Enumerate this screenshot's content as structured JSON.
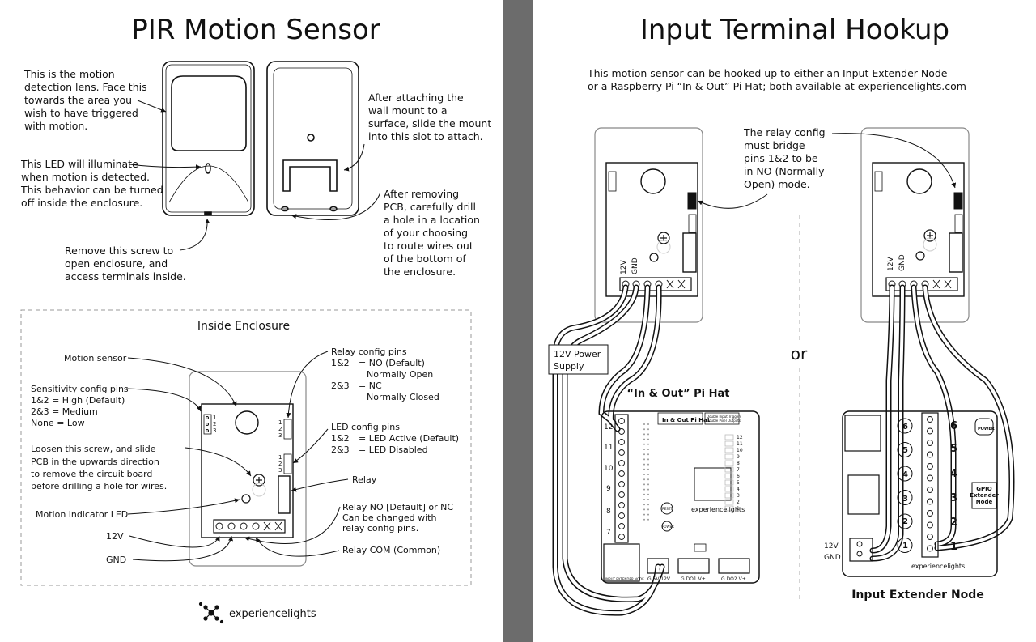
{
  "left": {
    "title": "PIR Motion Sensor",
    "callouts": {
      "lens": [
        "This is the motion",
        "detection lens.  Face this",
        "towards the area you",
        "wish to have triggered",
        "with motion."
      ],
      "led": [
        "This LED will illuminate",
        "when motion is detected.",
        "This behavior can be turned",
        "off inside the enclosure."
      ],
      "screw": [
        "Remove this screw to",
        "open enclosure, and",
        "access terminals inside."
      ],
      "mount": [
        "After attaching the",
        "wall mount to a",
        "surface, slide the mount",
        "into this slot to attach."
      ],
      "drill": [
        "After removing",
        "PCB, carefully drill",
        "a hole in a location",
        "of your choosing",
        "to route wires out",
        "of the bottom of",
        "the enclosure."
      ]
    },
    "inside": {
      "heading": "Inside Enclosure",
      "motion_sensor": "Motion sensor",
      "sensitivity": [
        "Sensitivity config pins",
        "1&2   = High (Default)",
        "2&3   = Medium",
        "None = Low"
      ],
      "loosen": [
        "Loosen this screw, and slide",
        "PCB in the upwards direction",
        "to remove the circuit board",
        "before drilling a hole for wires."
      ],
      "motion_led": "Motion indicator LED",
      "v12": "12V",
      "gnd": "GND",
      "relay_config": [
        "Relay config pins",
        "1&2",
        "= NO (Default)",
        "Normally Open",
        "2&3",
        "= NC",
        "Normally Closed"
      ],
      "led_config": [
        "LED config pins",
        "1&2",
        "= LED Active (Default)",
        "2&3",
        "= LED Disabled"
      ],
      "relay": "Relay",
      "relay_no": [
        "Relay NO [Default] or NC",
        "Can be changed with",
        "relay config pins."
      ],
      "relay_com": "Relay COM (Common)"
    },
    "brand": "experiencelights"
  },
  "right": {
    "title": "Input Terminal Hookup",
    "intro": [
      "This motion sensor can be hooked up to either an Input Extender Node",
      "or a Raspberry Pi “In & Out” Pi Hat; both available at experiencelights.com"
    ],
    "relay_note": [
      "The relay config",
      "must bridge",
      "pins 1&2 to be",
      "in NO (Normally",
      "Open) mode."
    ],
    "power_supply": [
      "12V Power",
      "Supply"
    ],
    "or": "or",
    "pihat_label": "“In & Out” Pi Hat",
    "pihat_board": {
      "title": "In & Out Pi Hat",
      "subtitle": [
        "Double Input Triggers",
        "Double Pixel Outputs"
      ],
      "inputs": [
        "12",
        "11",
        "10",
        "9",
        "8",
        "7"
      ],
      "right_nums": [
        "12",
        "11",
        "10",
        "9",
        "8",
        "7",
        "6",
        "5",
        "4",
        "3",
        "2",
        "1"
      ],
      "bottom_left": "INPUT EXTENDER NODE",
      "pwr": "G  5V-12V",
      "do1": "G  DO1  V+",
      "do2": "G  DO2  V+",
      "reset": "RESET",
      "power": "POWER",
      "brand": "experiencelights"
    },
    "extender_label": "Input Extender Node",
    "extender_board": {
      "left_nums": [
        "6",
        "5",
        "4",
        "3",
        "2",
        "1"
      ],
      "right_nums": [
        "6",
        "5",
        "4",
        "3",
        "2",
        "1"
      ],
      "gpio": [
        "GPIO",
        "Extender",
        "Node"
      ],
      "power": "POWER",
      "v12": "12V",
      "gnd": "GND",
      "brand": "experiencelights"
    },
    "sensor_labels": {
      "v12": "12V",
      "gnd": "GND"
    }
  }
}
